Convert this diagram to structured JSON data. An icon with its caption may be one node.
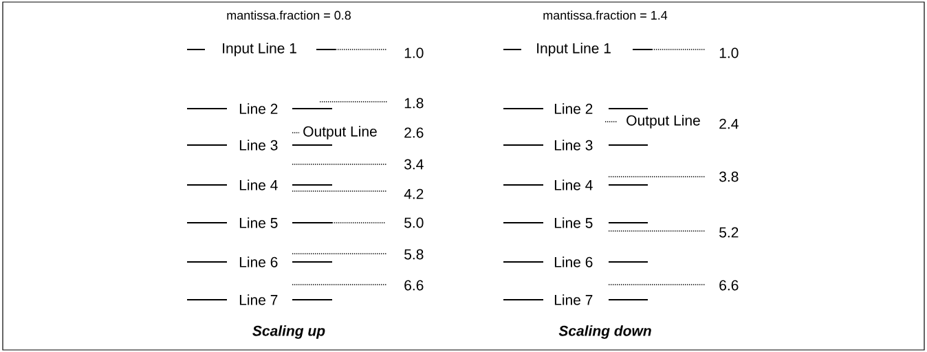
{
  "diagram": {
    "labels": [
      "mantissa.fraction = 0.8",
      "Input Line 1",
      "1.0",
      "Line 2",
      "1.8",
      "Output Line",
      "2.6",
      "Line 3",
      "3.4",
      "Line 4",
      "4.2",
      "Line 5",
      "5.0",
      "Line 6",
      "5.8",
      "6.6",
      "Line 7",
      "Scaling up",
      "mantissa.fraction = 1.4",
      "Input Line 1",
      "1.0",
      "Line 2",
      "Output Line",
      "2.4",
      "Line 3",
      "3.8",
      "Line 4",
      "Line 5",
      "5.2",
      "Line 6",
      "6.6",
      "Line 7",
      "Scaling down"
    ]
  }
}
